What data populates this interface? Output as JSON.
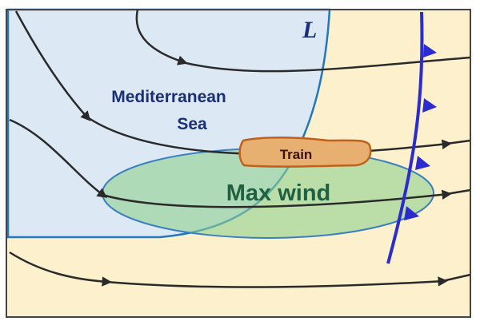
{
  "labels": {
    "low": "L",
    "sea_line1": "Mediterranean",
    "sea_line2": "Sea",
    "train": "Train",
    "max_wind": "Max wind"
  },
  "colors": {
    "land": "#fdf0cc",
    "sea": "#dce9f5",
    "coast": "#1f78c0",
    "ellipse_fill": "#8fd08f",
    "streamline": "#2a2a2a",
    "front": "#2b2bd0",
    "train_fill": "#e8b070",
    "train_stroke": "#c0601a",
    "sea_text": "#1a2f7a",
    "wind_text": "#1f6040",
    "train_text": "#3a1208"
  }
}
